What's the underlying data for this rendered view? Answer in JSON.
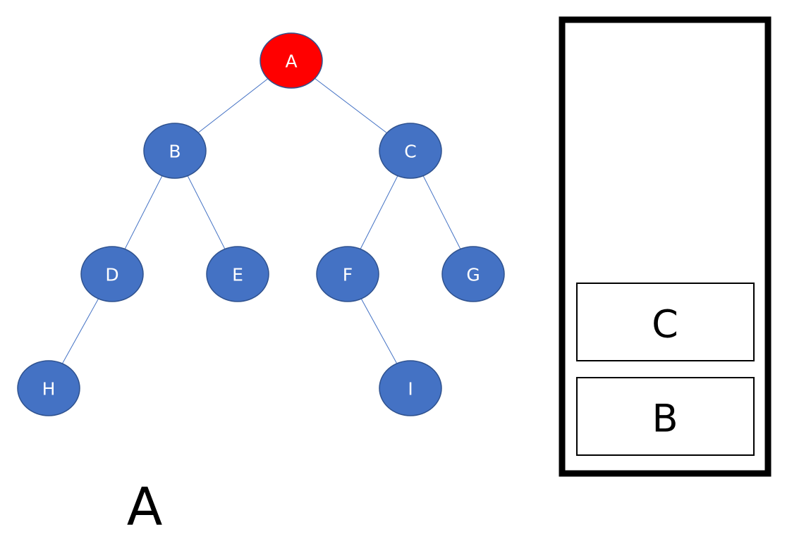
{
  "colors": {
    "node_fill": "#4472C4",
    "node_stroke": "#2F528F",
    "visited_fill": "#FF0000",
    "edge": "#4472C4",
    "stack_border": "#000000"
  },
  "tree": {
    "nodes": [
      {
        "id": "A",
        "label": "A",
        "visited": true
      },
      {
        "id": "B",
        "label": "B",
        "visited": false
      },
      {
        "id": "C",
        "label": "C",
        "visited": false
      },
      {
        "id": "D",
        "label": "D",
        "visited": false
      },
      {
        "id": "E",
        "label": "E",
        "visited": false
      },
      {
        "id": "F",
        "label": "F",
        "visited": false
      },
      {
        "id": "G",
        "label": "G",
        "visited": false
      },
      {
        "id": "H",
        "label": "H",
        "visited": false
      },
      {
        "id": "I",
        "label": "I",
        "visited": false
      }
    ],
    "edges": [
      [
        "A",
        "B"
      ],
      [
        "A",
        "C"
      ],
      [
        "B",
        "D"
      ],
      [
        "B",
        "E"
      ],
      [
        "C",
        "F"
      ],
      [
        "C",
        "G"
      ],
      [
        "D",
        "H"
      ],
      [
        "F",
        "I"
      ]
    ]
  },
  "stack": {
    "items": [
      "C",
      "B"
    ]
  },
  "output": {
    "text": "A"
  }
}
